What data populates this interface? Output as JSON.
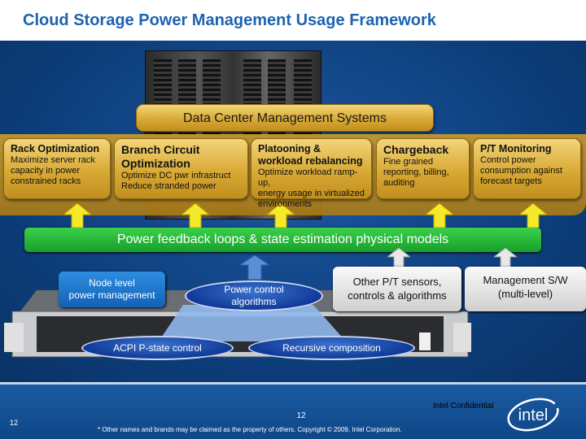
{
  "title": "Cloud Storage Power Management Usage Framework",
  "dcms": "Data Center Management Systems",
  "cards": [
    {
      "title": "Rack Optimization",
      "desc": "Maximize server rack capacity in power constrained racks"
    },
    {
      "title": "Branch Circuit Optimization",
      "desc": "Optimize DC pwr infrastruct",
      "desc2": "Reduce stranded power"
    },
    {
      "title": "Platooning & workload rebalancing",
      "desc": "Optimize workload ramp-up,",
      "desc2": "energy usage in virtualized environments"
    },
    {
      "title": "Chargeback",
      "desc": "Fine grained reporting, billing, auditing"
    },
    {
      "title": "P/T Monitoring",
      "desc": "Control power consumption against forecast targets"
    }
  ],
  "feedback": "Power feedback loops & state estimation physical models",
  "node": {
    "line1": "Node level",
    "line2": "power management"
  },
  "power_control": {
    "line1": "Power control",
    "line2": "algorithms"
  },
  "other": {
    "line1": "Other P/T sensors,",
    "line2": "controls & algorithms"
  },
  "mgmt": {
    "line1": "Management S/W",
    "line2": "(multi-level)"
  },
  "acpi": "ACPI P-state control",
  "recursive": "Recursive composition",
  "footer": {
    "confidential": "Intel Confidential",
    "page": "12",
    "page_left": "12",
    "legal": "* Other names and brands may be claimed as the property of others.    Copyright © 2009, Intel Corporation.",
    "logo": "intel"
  },
  "colors": {
    "title": "#1d63b0",
    "green": "#22b233",
    "gold": "#d9a935",
    "blue": "#0d3f7d"
  }
}
